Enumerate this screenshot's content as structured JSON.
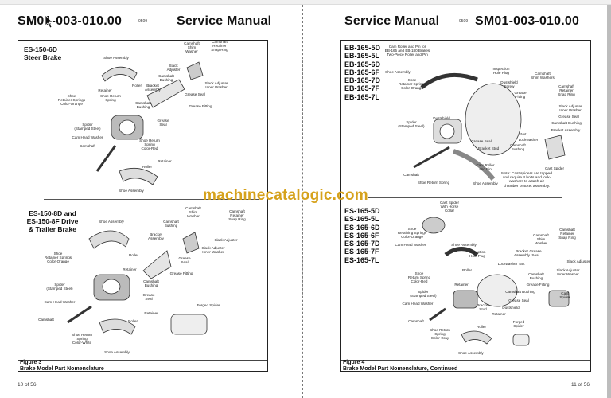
{
  "viewer": {
    "colors": {
      "watermark": "#d6a21c",
      "page_bg": "#ffffff"
    }
  },
  "left_page": {
    "doc_number": "SM01-003-010.00",
    "date_code": "0509",
    "header_title": "Service Manual",
    "top_panel": {
      "title": "ES-150-6D\nSteer Brake",
      "labels": [
        "Shoe Assembly",
        "Camshaft\nShim\nWasher",
        "Camshaft\nRetainer\nSnap Ring",
        "Slack\nAdjuster",
        "Camshaft\nBushing",
        "Slack Adjuster\nInner Washer",
        "Bracket\nAssembly",
        "Roller",
        "Retainer",
        "Shoe\nRetainer Springs\nColor-Orange",
        "Shoe Return\nSpring",
        "Grease Seal",
        "Camshaft\nBushing",
        "Grease Fitting",
        "Grease\nSeal",
        "Spider\n(Stamped Steel)",
        "Cam Head Washer",
        "Shoe Return\nSpring\nColor-Red",
        "Camshaft",
        "Retainer",
        "Roller",
        "Shoe Assembly"
      ]
    },
    "bottom_panel": {
      "title": "ES-150-8D and\nES-150-8F Drive\n& Trailer Brake",
      "labels": [
        "Shoe Assembly",
        "Camshaft\nShim\nWasher",
        "Camshaft\nRetainer\nSnap Ring",
        "Camshaft\nBushing",
        "Bracket\nAssembly",
        "Slack Adjuster",
        "Shoe\nRetainer Springs\nColor-Orange",
        "Roller",
        "Slack Adjuster\nInner Washer",
        "Grease\nSeal",
        "Retainer",
        "Grease Fitting",
        "Spider\n(Stamped Steel)",
        "Camshaft\nBushing",
        "Grease\nSeal",
        "Cam Head Washer",
        "Forged Spider",
        "Retainer",
        "Camshaft",
        "Roller",
        "Shoe Return\nSpring\nColor-White",
        "Shoe Assembly"
      ]
    },
    "figure_label": "Figure 3",
    "figure_caption": "Brake Model Part Nomenclature",
    "page_number": "10 of 56"
  },
  "right_page": {
    "doc_number": "SM01-003-010.00",
    "date_code": "0509",
    "header_title": "Service Manual",
    "top_panel": {
      "models": [
        "EB-165-5D",
        "EB-165-5L",
        "EB-165-6D",
        "EB-165-6F",
        "EB-165-7D",
        "EB-165-7F",
        "EB-165-7L"
      ],
      "labels": [
        "Cam Roller and Pin for\nEB-165 and EB-180 Brakes\nTwo-Piece Roller and Pin",
        "Shoe Assembly",
        "Inspection\nHole Plug",
        "Camshaft\nShim Washers",
        "Shoe\nRetainer Springs\nColor-Orange",
        "Dustshield\nScrew",
        "Camshaft\nRetainer\nSnap Ring",
        "Grease\nFitting",
        "Slack Adjuster\nInner Washer",
        "Dustshield",
        "Grease Seal",
        "Spider\n(Stamped Steel)",
        "Camshaft Bushing",
        "Bracket Assembly",
        "Nut",
        "Lockwasher",
        "Grease Seal",
        "Camshaft\nBushing",
        "Bracket Stud",
        "Cam Roller\nand Pin",
        "Cast Spider",
        "Camshaft",
        "Note: Cast spiders are tapped\nand require 4 bolts and lock-\nwashers to attach air\nchamber bracket assembly.",
        "Shoe Return Spring",
        "Shoe Assembly"
      ]
    },
    "bottom_panel": {
      "models": [
        "ES-165-5D",
        "ES-165-5L",
        "ES-165-6D",
        "ES-165-6F",
        "ES-165-7D",
        "ES-165-7F",
        "ES-165-7L"
      ],
      "labels": [
        "Cast Spider\nWith Horse\nCollar",
        "Shoe\nRetaining Springs\nColor-Orange",
        "Cam Head Washer",
        "Shoe Assembly",
        "Camshaft\nRetainer\nSnap Ring",
        "Camshaft\nShim\nWasher",
        "Inspection\nHole Plug",
        "Bracket\nAssembly",
        "Grease\nSeal",
        "Slack Adjuster",
        "Lockwasher",
        "Nut",
        "Roller",
        "Slack Adjuster\nInner Washer",
        "Camshaft\nBushing",
        "Shoe\nReturn Spring\nColor-Red",
        "Retainer",
        "Grease Fitting",
        "Camshaft Bushing",
        "Spider\n(Stamped Steel)",
        "Cast\nSpider",
        "Grease Seal",
        "Cam Head Washer",
        "Bracket\nStud",
        "Dustshield",
        "Retainer",
        "Forged\nSpider",
        "Camshaft",
        "Roller",
        "Shoe Return\nSpring\nColor-Gray",
        "Shoe Assembly"
      ]
    },
    "figure_label": "Figure 4",
    "figure_caption": "Brake Model Part Nomenclature, Continued",
    "page_number": "11 of 56"
  },
  "watermark": "machinecatalogic.com"
}
